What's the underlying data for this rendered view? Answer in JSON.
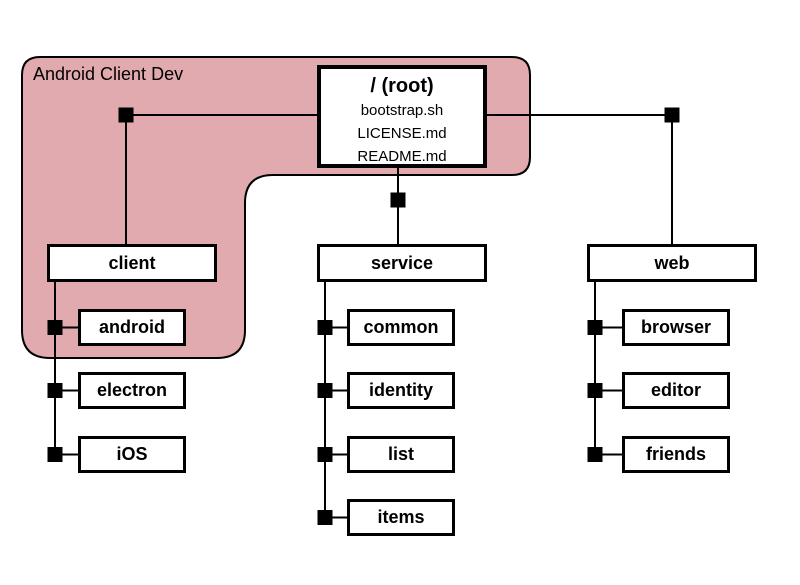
{
  "region": {
    "label": "Android Client Dev",
    "fill": "#e0aaae",
    "border": "#000000"
  },
  "root": {
    "label": "/ (root)",
    "files": [
      "bootstrap.sh",
      "LICENSE.md",
      "README.md"
    ]
  },
  "branches": [
    {
      "label": "client",
      "children": [
        "android",
        "electron",
        "iOS"
      ]
    },
    {
      "label": "service",
      "children": [
        "common",
        "identity",
        "list",
        "items"
      ]
    },
    {
      "label": "web",
      "children": [
        "browser",
        "editor",
        "friends"
      ]
    }
  ]
}
